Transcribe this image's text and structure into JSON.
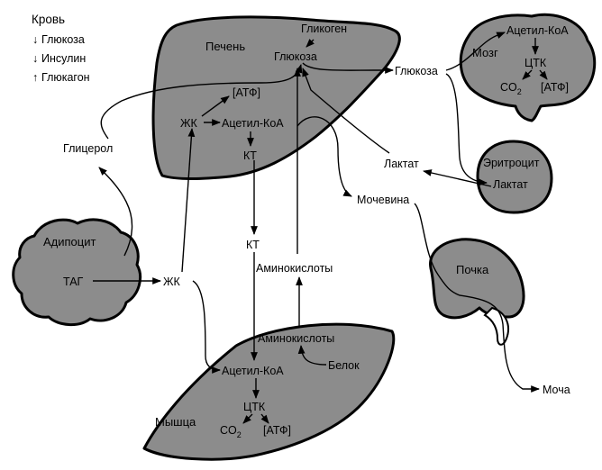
{
  "legend": {
    "title": "Кровь",
    "items": [
      {
        "arrow": "↓",
        "label": "Глюкоза"
      },
      {
        "arrow": "↓",
        "label": "Инсулин"
      },
      {
        "arrow": "↑",
        "label": "Глюкагон"
      }
    ]
  },
  "liver": {
    "name": "Печень",
    "glycogen": "Гликоген",
    "glucose": "Глюкоза",
    "atp": "[АТФ]",
    "fa": "ЖК",
    "acetyl": "Ацетил-КоА",
    "kt": "КТ"
  },
  "brain": {
    "name": "Мозг",
    "acetyl": "Ацетил-КоА",
    "tca": "ЦТК",
    "co2": "CO",
    "co2_sub": "2",
    "atp": "[АТФ]"
  },
  "erythrocyte": {
    "name": "Эритроцит",
    "lactate": "Лактат"
  },
  "adipocyte": {
    "name": "Адипоцит",
    "tag": "ТАГ"
  },
  "kidney": {
    "name": "Почка"
  },
  "muscle": {
    "name": "Мышца",
    "amino": "Аминокислоты",
    "protein": "Белок",
    "acetyl": "Ацетил-КоА",
    "tca": "ЦТК",
    "co2": "CO",
    "co2_sub": "2",
    "atp": "[АТФ]"
  },
  "blood": {
    "glucose": "Глюкоза",
    "lactate": "Лактат",
    "urea": "Мочевина",
    "glycerol": "Глицерол",
    "fa": "ЖК",
    "kt": "КТ",
    "amino": "Аминокислоты",
    "urine": "Моча"
  }
}
